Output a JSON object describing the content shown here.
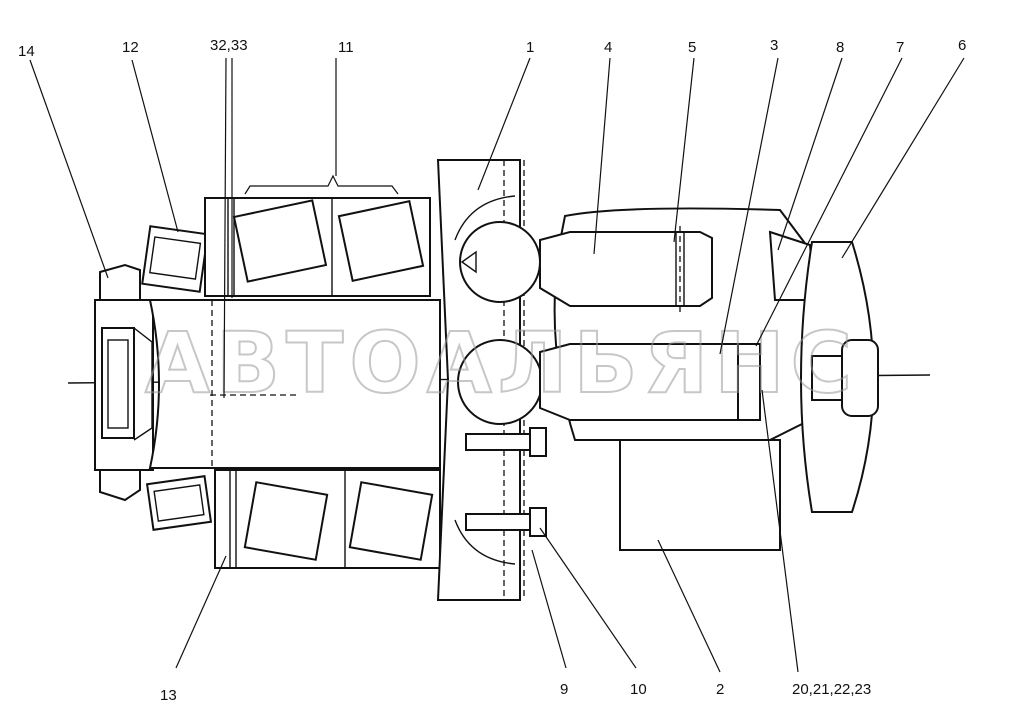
{
  "diagram": {
    "watermark": "АВТОАЛЬЯНС",
    "callouts": [
      {
        "id": "14",
        "label": "14"
      },
      {
        "id": "12",
        "label": "12"
      },
      {
        "id": "32-33",
        "label": "32,33"
      },
      {
        "id": "11",
        "label": "11"
      },
      {
        "id": "1",
        "label": "1"
      },
      {
        "id": "4",
        "label": "4"
      },
      {
        "id": "5",
        "label": "5"
      },
      {
        "id": "3",
        "label": "3"
      },
      {
        "id": "8",
        "label": "8"
      },
      {
        "id": "7",
        "label": "7"
      },
      {
        "id": "6",
        "label": "6"
      },
      {
        "id": "13",
        "label": "13"
      },
      {
        "id": "9",
        "label": "9"
      },
      {
        "id": "10",
        "label": "10"
      },
      {
        "id": "2",
        "label": "2"
      },
      {
        "id": "20-23",
        "label": "20,21,22,23"
      }
    ]
  }
}
